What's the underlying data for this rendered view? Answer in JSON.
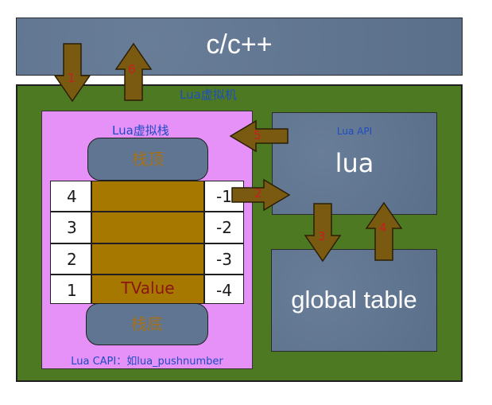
{
  "cpp_label": "c/c++",
  "vm_label": "Lua虚拟机",
  "stack": {
    "title": "Lua虚拟栈",
    "top_label": "栈顶",
    "bottom_label": "栈底",
    "rows": [
      {
        "pos": "4",
        "neg": "-1"
      },
      {
        "pos": "3",
        "neg": "-2"
      },
      {
        "pos": "2",
        "neg": "-3"
      },
      {
        "pos": "1",
        "neg": "-4"
      }
    ],
    "cell_value": "TValue",
    "capi_label": "Lua CAPI：如lua_pushnumber"
  },
  "lua_box": {
    "api_label": "Lua API",
    "title": "lua"
  },
  "global_box": {
    "title": "global table"
  },
  "arrows": [
    {
      "label": "1",
      "direction": "down"
    },
    {
      "label": "2",
      "direction": "right"
    },
    {
      "label": "3",
      "direction": "down"
    },
    {
      "label": "4",
      "direction": "up"
    },
    {
      "label": "5",
      "direction": "left"
    },
    {
      "label": "6",
      "direction": "up"
    }
  ],
  "colors": {
    "slate_box": "#5f7591",
    "vm_green": "#4e7923",
    "stack_pink": "#e691f7",
    "stack_gold": "#a77800",
    "arrow_fill": "#7a5a10",
    "arrow_number": "#c62020",
    "label_blue": "#1d4cc3"
  }
}
